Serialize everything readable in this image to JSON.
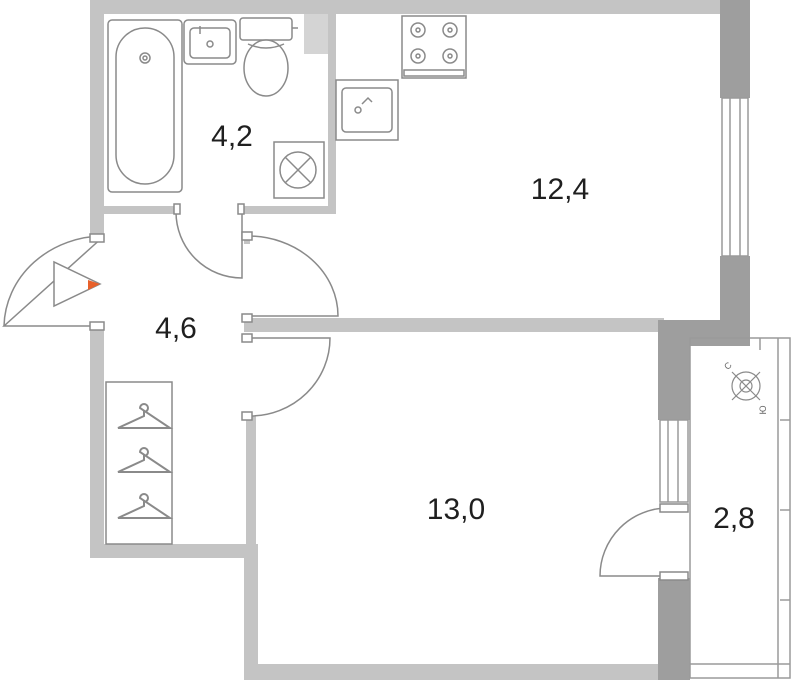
{
  "rooms": [
    {
      "id": "bathroom",
      "area": "4,2"
    },
    {
      "id": "kitchen-living",
      "area": "12,4"
    },
    {
      "id": "hallway",
      "area": "4,6"
    },
    {
      "id": "bedroom",
      "area": "13,0"
    },
    {
      "id": "balcony",
      "area": "2,8"
    }
  ],
  "compass": {
    "north": "С",
    "south": "Ю"
  },
  "colors": {
    "wall": "#b7b7b7",
    "wall_inner": "#c8c8c8",
    "fixture": "#8a8a8a",
    "text": "#1f1f1f",
    "entrance_marker": "#e8602a"
  },
  "icons": [
    "bathtub-icon",
    "sink-icon",
    "toilet-icon",
    "ventilation-icon",
    "stove-icon",
    "kitchen-sink-icon",
    "hanger-icon",
    "entrance-arrow-icon",
    "compass-icon"
  ]
}
